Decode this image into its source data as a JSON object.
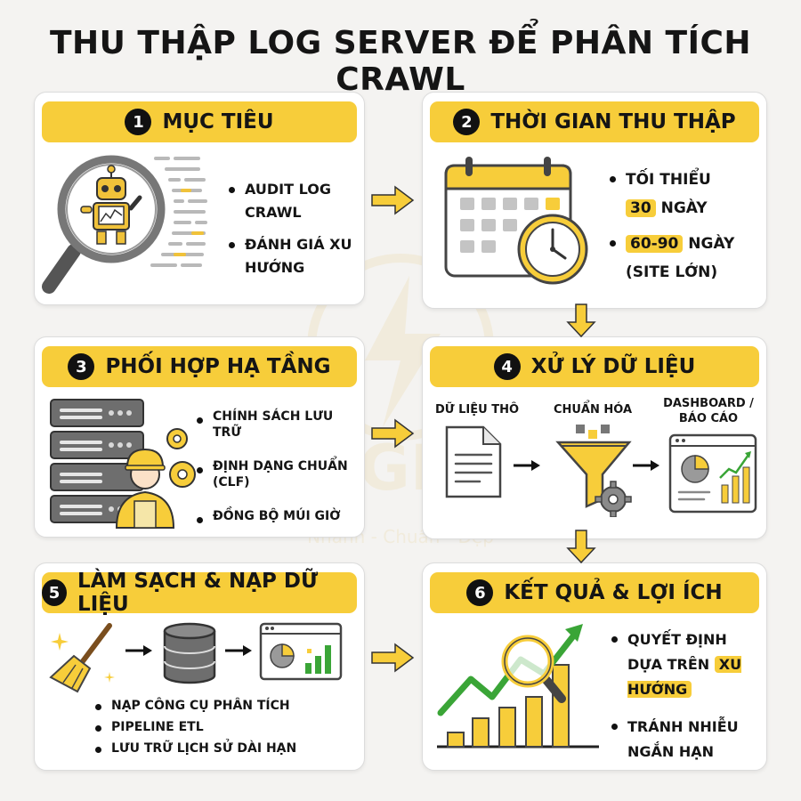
{
  "title": "THU THẬP LOG SERVER ĐỂ PHÂN TÍCH CRAWL",
  "watermark": {
    "brand": "LIGHT",
    "slogan": "Nhanh - Chuẩn - Đẹp"
  },
  "steps": [
    {
      "num": "1",
      "title": "MỤC TIÊU",
      "items": [
        "AUDIT LOG CRAWL",
        "ĐÁNH GIÁ XU HƯỚNG"
      ]
    },
    {
      "num": "2",
      "title": "THỜI GIAN THU THẬP",
      "items": [
        {
          "prefix": "TỐI THIỂU",
          "highlight": "30",
          "suffix": "NGÀY"
        },
        {
          "highlight": "60-90",
          "suffix": "NGÀY",
          "note": "(SITE LỚN)"
        }
      ]
    },
    {
      "num": "3",
      "title": "PHỐI HỢP HẠ TẦNG",
      "items": [
        "CHÍNH SÁCH LƯU TRỮ",
        "ĐỊNH DẠNG CHUẨN (CLF)",
        "ĐỒNG BỘ MÚI GIỜ"
      ]
    },
    {
      "num": "4",
      "title": "XỬ LÝ DỮ LIỆU",
      "pipeline": [
        "DỮ LIỆU THÔ",
        "CHUẨN HÓA",
        "DASHBOARD / BÁO CÁO"
      ]
    },
    {
      "num": "5",
      "title": "LÀM SẠCH & NẠP DỮ LIỆU",
      "items": [
        "NẠP CÔNG CỤ PHÂN TÍCH",
        "PIPELINE ETL",
        "LƯU TRỮ LỊCH SỬ DÀI HẠN"
      ]
    },
    {
      "num": "6",
      "title": "KẾT QUẢ & LỢI ÍCH",
      "items": [
        {
          "prefix": "QUYẾT ĐỊNH DỰA TRÊN",
          "highlight": "XU HƯỚNG"
        },
        "TRÁNH NHIỄU NGẮN HẠN"
      ]
    }
  ],
  "colors": {
    "accent": "#f7cd3a",
    "ink": "#111111",
    "chart_green": "#3aa537",
    "panel_grey": "#6e6e6e"
  }
}
